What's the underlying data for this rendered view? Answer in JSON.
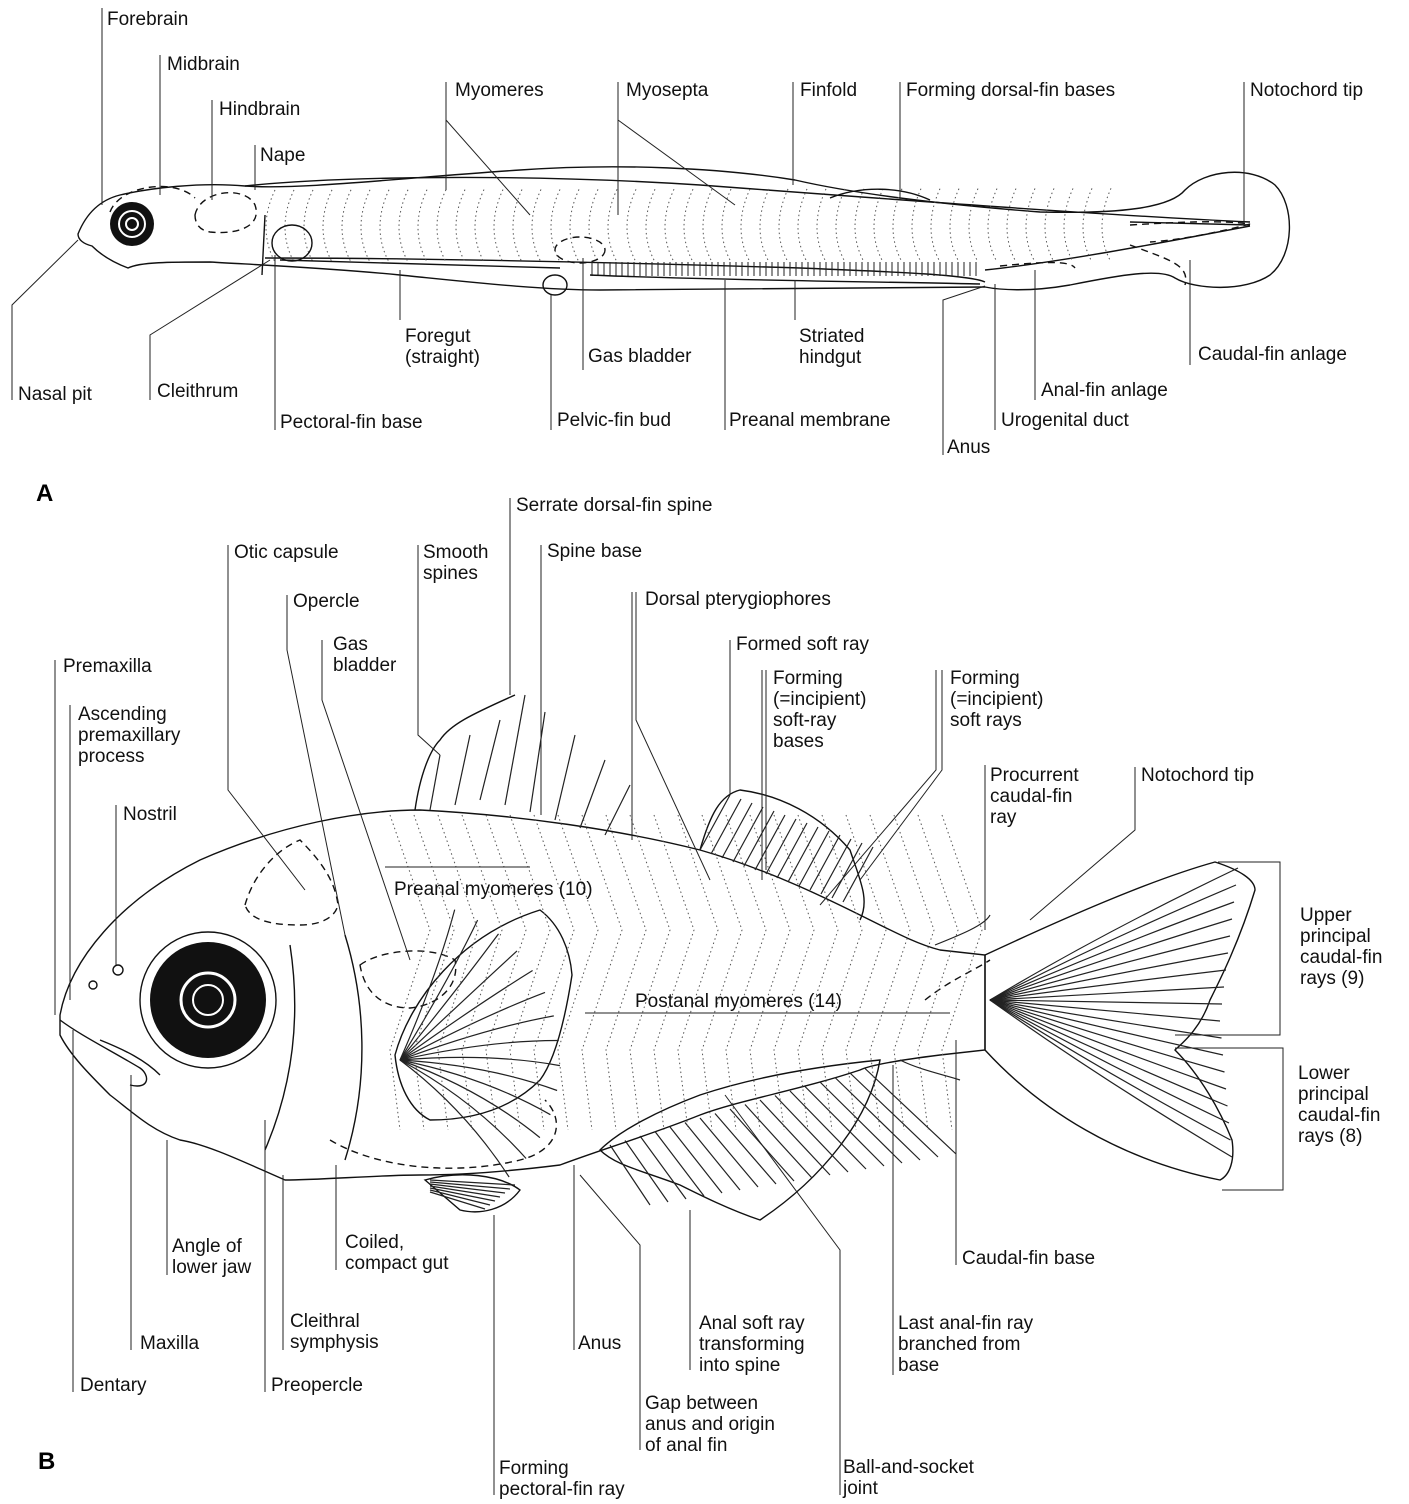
{
  "panels": {
    "a": "A",
    "b": "B"
  },
  "labels_a": {
    "forebrain": "Forebrain",
    "midbrain": "Midbrain",
    "hindbrain": "Hindbrain",
    "nape": "Nape",
    "myomeres": "Myomeres",
    "myosepta": "Myosepta",
    "finfold": "Finfold",
    "forming_dorsal": "Forming dorsal-fin bases",
    "notochord_tip": "Notochord tip",
    "nasal_pit": "Nasal pit",
    "cleithrum": "Cleithrum",
    "pectoral_base": "Pectoral-fin base",
    "foregut": "Foregut\n(straight)",
    "gas_bladder": "Gas bladder",
    "pelvic_bud": "Pelvic-fin bud",
    "striated_hindgut": "Striated\nhindgut",
    "preanal_membrane": "Preanal membrane",
    "anus": "Anus",
    "urogenital": "Urogenital duct",
    "anal_anlage": "Anal-fin anlage",
    "caudal_anlage": "Caudal-fin anlage"
  },
  "labels_b": {
    "serrate_spine": "Serrate dorsal-fin spine",
    "otic_capsule": "Otic capsule",
    "smooth_spines": "Smooth\nspines",
    "spine_base": "Spine base",
    "opercle": "Opercle",
    "dorsal_ptery": "Dorsal pterygiophores",
    "gas_bladder": "Gas\nbladder",
    "formed_soft_ray": "Formed soft ray",
    "premaxilla": "Premaxilla",
    "forming_bases": "Forming\n(=incipient)\nsoft-ray\nbases",
    "forming_rays": "Forming\n(=incipient)\nsoft rays",
    "ascending": "Ascending\npremaxillary\nprocess",
    "procurrent": "Procurrent\ncaudal-fin\nray",
    "notochord_tip": "Notochord tip",
    "nostril": "Nostril",
    "preanal_myo": "Preanal myomeres (10)",
    "upper_caudal": "Upper\nprincipal\ncaudal-fin\nrays (9)",
    "postanal_myo": "Postanal myomeres (14)",
    "lower_caudal": "Lower\nprincipal\ncaudal-fin\nrays (8)",
    "angle_jaw": "Angle of\nlower jaw",
    "coiled_gut": "Coiled,\ncompact gut",
    "caudal_base": "Caudal-fin base",
    "maxilla": "Maxilla",
    "cleithral": "Cleithral\nsymphysis",
    "anus": "Anus",
    "anal_soft": "Anal soft ray\ntransforming\ninto spine",
    "last_anal": "Last anal-fin ray\nbranched from\nbase",
    "dentary": "Dentary",
    "preopercle": "Preopercle",
    "gap": "Gap between\nanus and origin\nof anal fin",
    "forming_pect": "Forming\npectoral-fin ray",
    "ball_socket": "Ball-and-socket\njoint"
  }
}
